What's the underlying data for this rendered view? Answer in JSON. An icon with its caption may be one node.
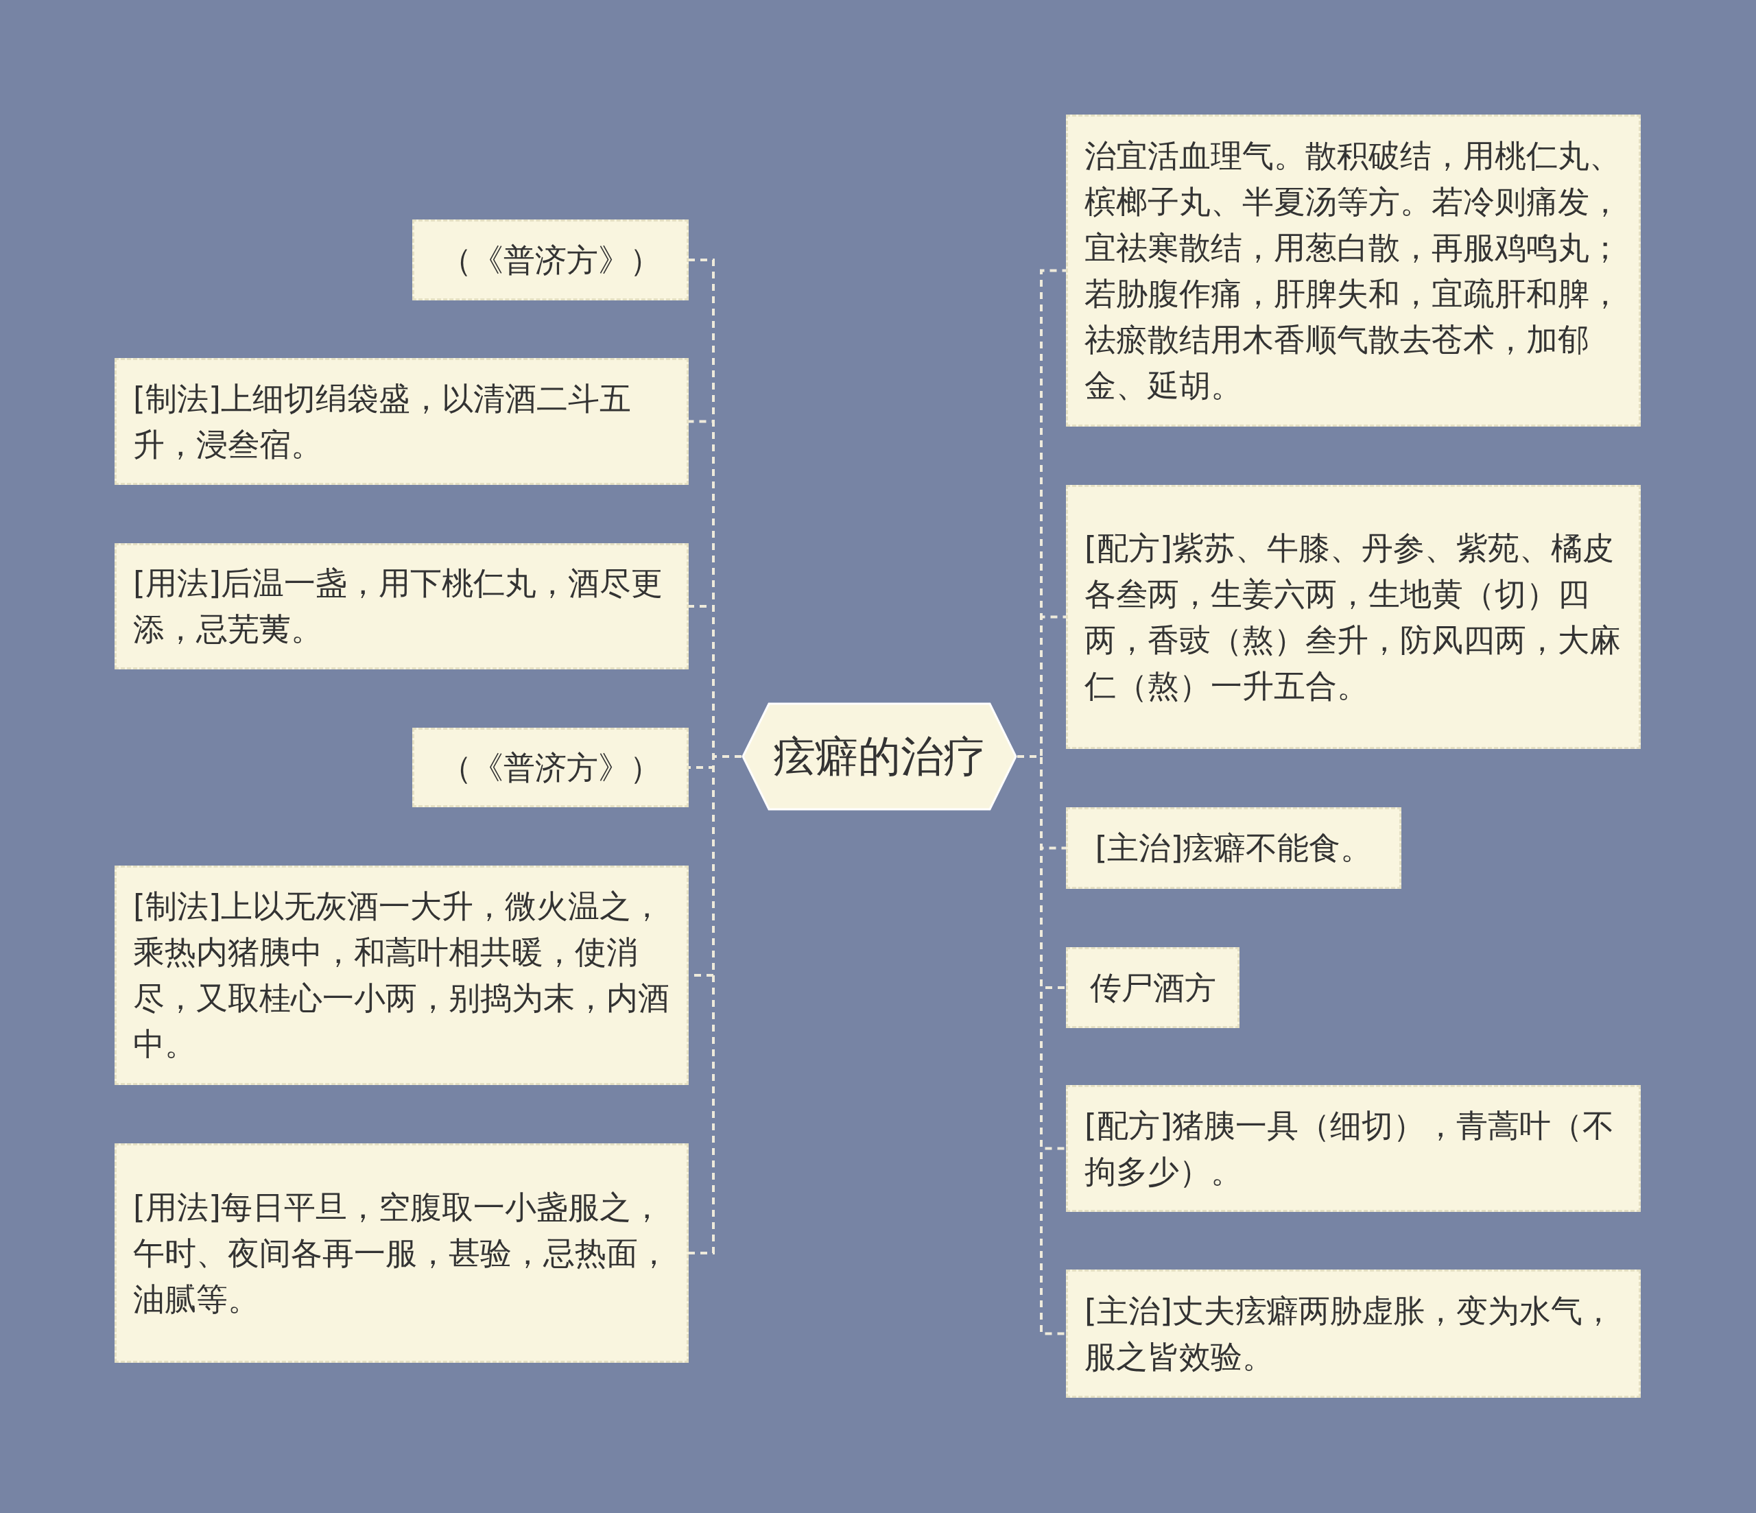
{
  "diagram": {
    "nodes": [
      {
        "text": [
          "痃癖的治疗"
        ]
      },
      {
        "text": [
          "（《普济方》）"
        ]
      },
      {
        "text": [
          "[制法]上细切绢袋盛，以清酒二斗五升，浸叁宿。"
        ]
      },
      {
        "text": [
          "[用法]后温一盏，用下桃仁丸，酒尽更添，忌芜荑。"
        ]
      },
      {
        "text": [
          "（《普济方》）"
        ]
      },
      {
        "text": [
          "[制法]上以无灰酒一大升，微火温之，乘热内猪胰中，和蒿叶相共暖，使消尽，又取桂心一小两，别捣为末，内酒中。"
        ]
      },
      {
        "text": [
          "[用法]每日平旦，空腹取一小盏服之，午时、夜间各再一服，甚验，忌热面，油腻等。"
        ]
      },
      {
        "text": [
          "治宜活血理气。散积破结，用桃仁丸、槟榔子丸、半夏汤等方。若冷则痛发，宜祛寒散结，用葱白散，再服鸡鸣丸；若胁腹作痛，肝脾失和，宜疏肝和脾，祛瘀散结用木香顺气散去苍术，加郁金、延胡。"
        ]
      },
      {
        "text": [
          "[配方]紫苏、牛膝、丹参、紫苑、橘皮各叁两，生姜六两，生地黄（切）四两，香豉（熬）叁升，防风四两，大麻仁（熬）一升五合。"
        ]
      },
      {
        "text": [
          "[主治]痃癖不能食。"
        ]
      },
      {
        "text": [
          "传尸酒方"
        ]
      },
      {
        "text": [
          "[配方]猪胰一具（细切），青蒿叶（不拘多少）。"
        ]
      },
      {
        "text": [
          "[主治]丈夫痃癖两胁虚胀，变为水气，服之皆效验。"
        ]
      }
    ],
    "edges": [
      {
        "from": 0,
        "to": 1,
        "arrow": "none",
        "style": "dashed"
      },
      {
        "from": 0,
        "to": 2,
        "arrow": "none",
        "style": "dashed"
      },
      {
        "from": 0,
        "to": 3,
        "arrow": "none",
        "style": "dashed"
      },
      {
        "from": 0,
        "to": 4,
        "arrow": "none",
        "style": "dashed"
      },
      {
        "from": 0,
        "to": 5,
        "arrow": "none",
        "style": "dashed"
      },
      {
        "from": 0,
        "to": 6,
        "arrow": "none",
        "style": "dashed"
      },
      {
        "from": 0,
        "to": 7,
        "arrow": "none",
        "style": "dashed"
      },
      {
        "from": 0,
        "to": 8,
        "arrow": "none",
        "style": "dashed"
      },
      {
        "from": 0,
        "to": 9,
        "arrow": "none",
        "style": "dashed"
      },
      {
        "from": 0,
        "to": 10,
        "arrow": "none",
        "style": "dashed"
      },
      {
        "from": 0,
        "to": 11,
        "arrow": "none",
        "style": "dashed"
      },
      {
        "from": 0,
        "to": 12,
        "arrow": "none",
        "style": "dashed"
      }
    ]
  }
}
